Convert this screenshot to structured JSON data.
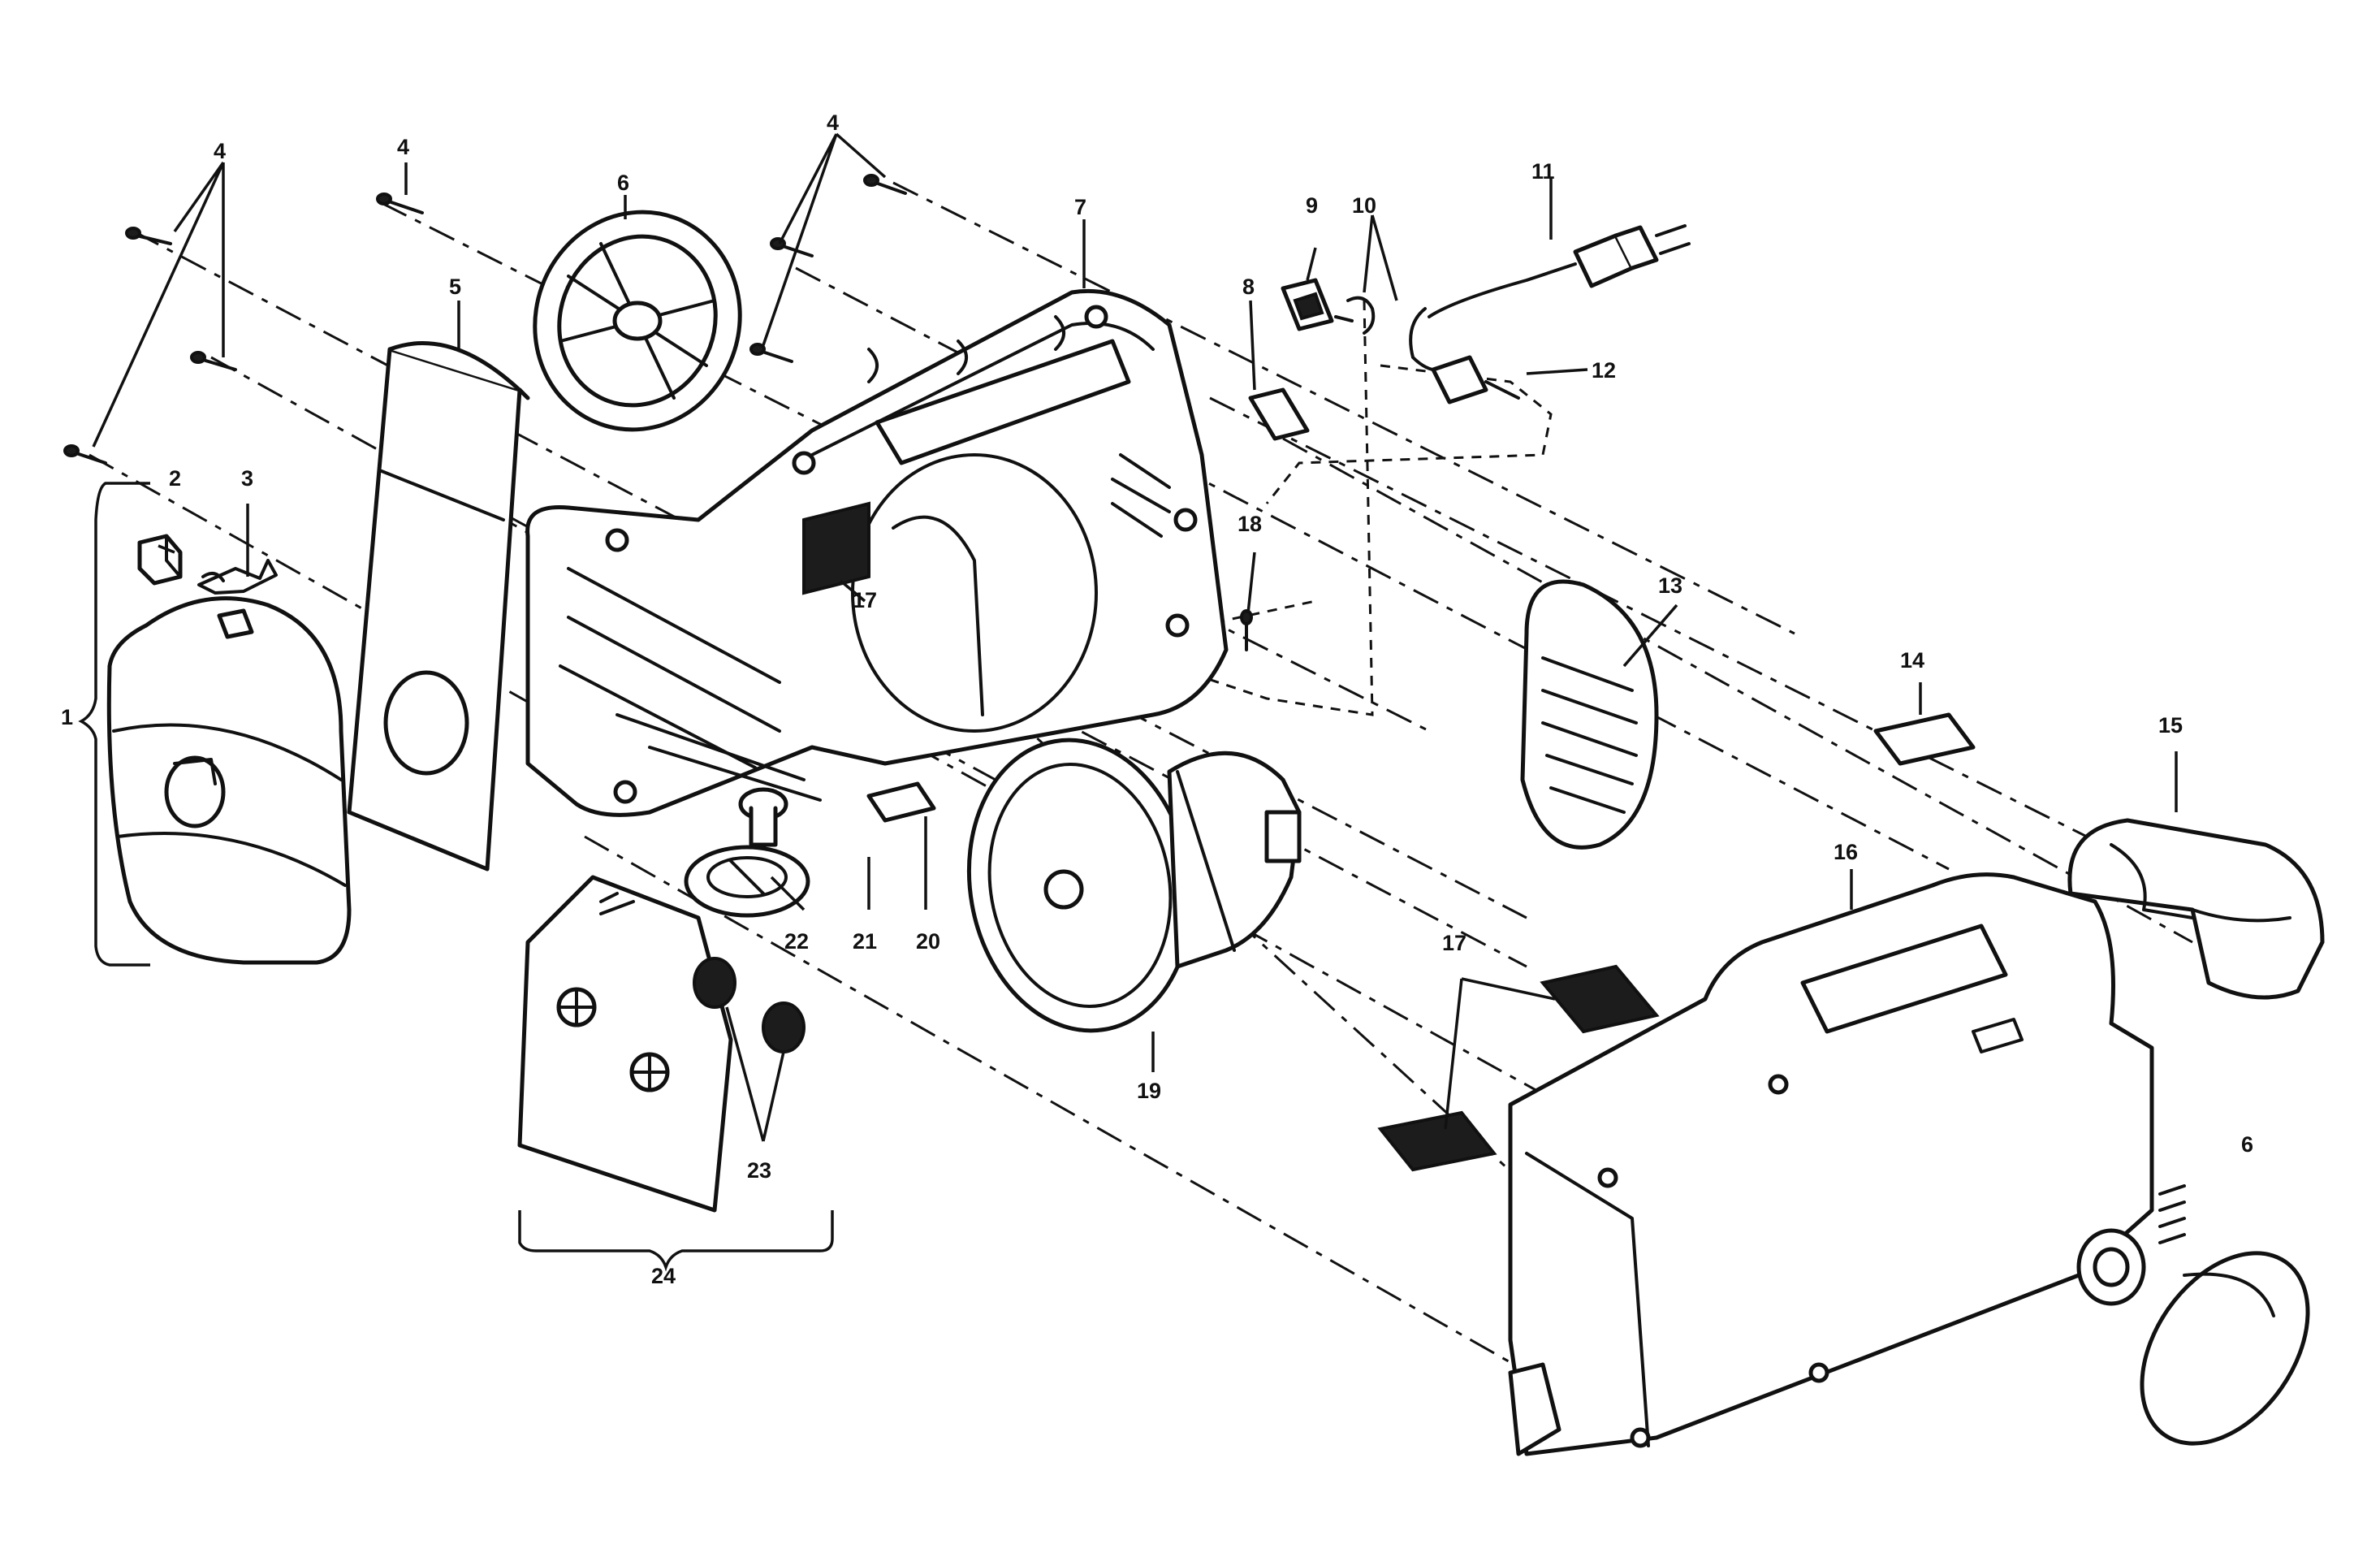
{
  "callouts": [
    {
      "id": "c1",
      "label": "1"
    },
    {
      "id": "c2",
      "label": "2"
    },
    {
      "id": "c3",
      "label": "3"
    },
    {
      "id": "c4a",
      "label": "4"
    },
    {
      "id": "c4b",
      "label": "4"
    },
    {
      "id": "c4c",
      "label": "4"
    },
    {
      "id": "c5",
      "label": "5"
    },
    {
      "id": "c6a",
      "label": "6"
    },
    {
      "id": "c6b",
      "label": "6"
    },
    {
      "id": "c7",
      "label": "7"
    },
    {
      "id": "c8",
      "label": "8"
    },
    {
      "id": "c9",
      "label": "9"
    },
    {
      "id": "c10",
      "label": "10"
    },
    {
      "id": "c11",
      "label": "11"
    },
    {
      "id": "c12",
      "label": "12"
    },
    {
      "id": "c13",
      "label": "13"
    },
    {
      "id": "c14",
      "label": "14"
    },
    {
      "id": "c15",
      "label": "15"
    },
    {
      "id": "c16",
      "label": "16"
    },
    {
      "id": "c17a",
      "label": "17"
    },
    {
      "id": "c17b",
      "label": "17"
    },
    {
      "id": "c18",
      "label": "18"
    },
    {
      "id": "c19",
      "label": "19"
    },
    {
      "id": "c20",
      "label": "20"
    },
    {
      "id": "c21",
      "label": "21"
    },
    {
      "id": "c22",
      "label": "22"
    },
    {
      "id": "c23",
      "label": "23"
    },
    {
      "id": "c24",
      "label": "24"
    }
  ]
}
